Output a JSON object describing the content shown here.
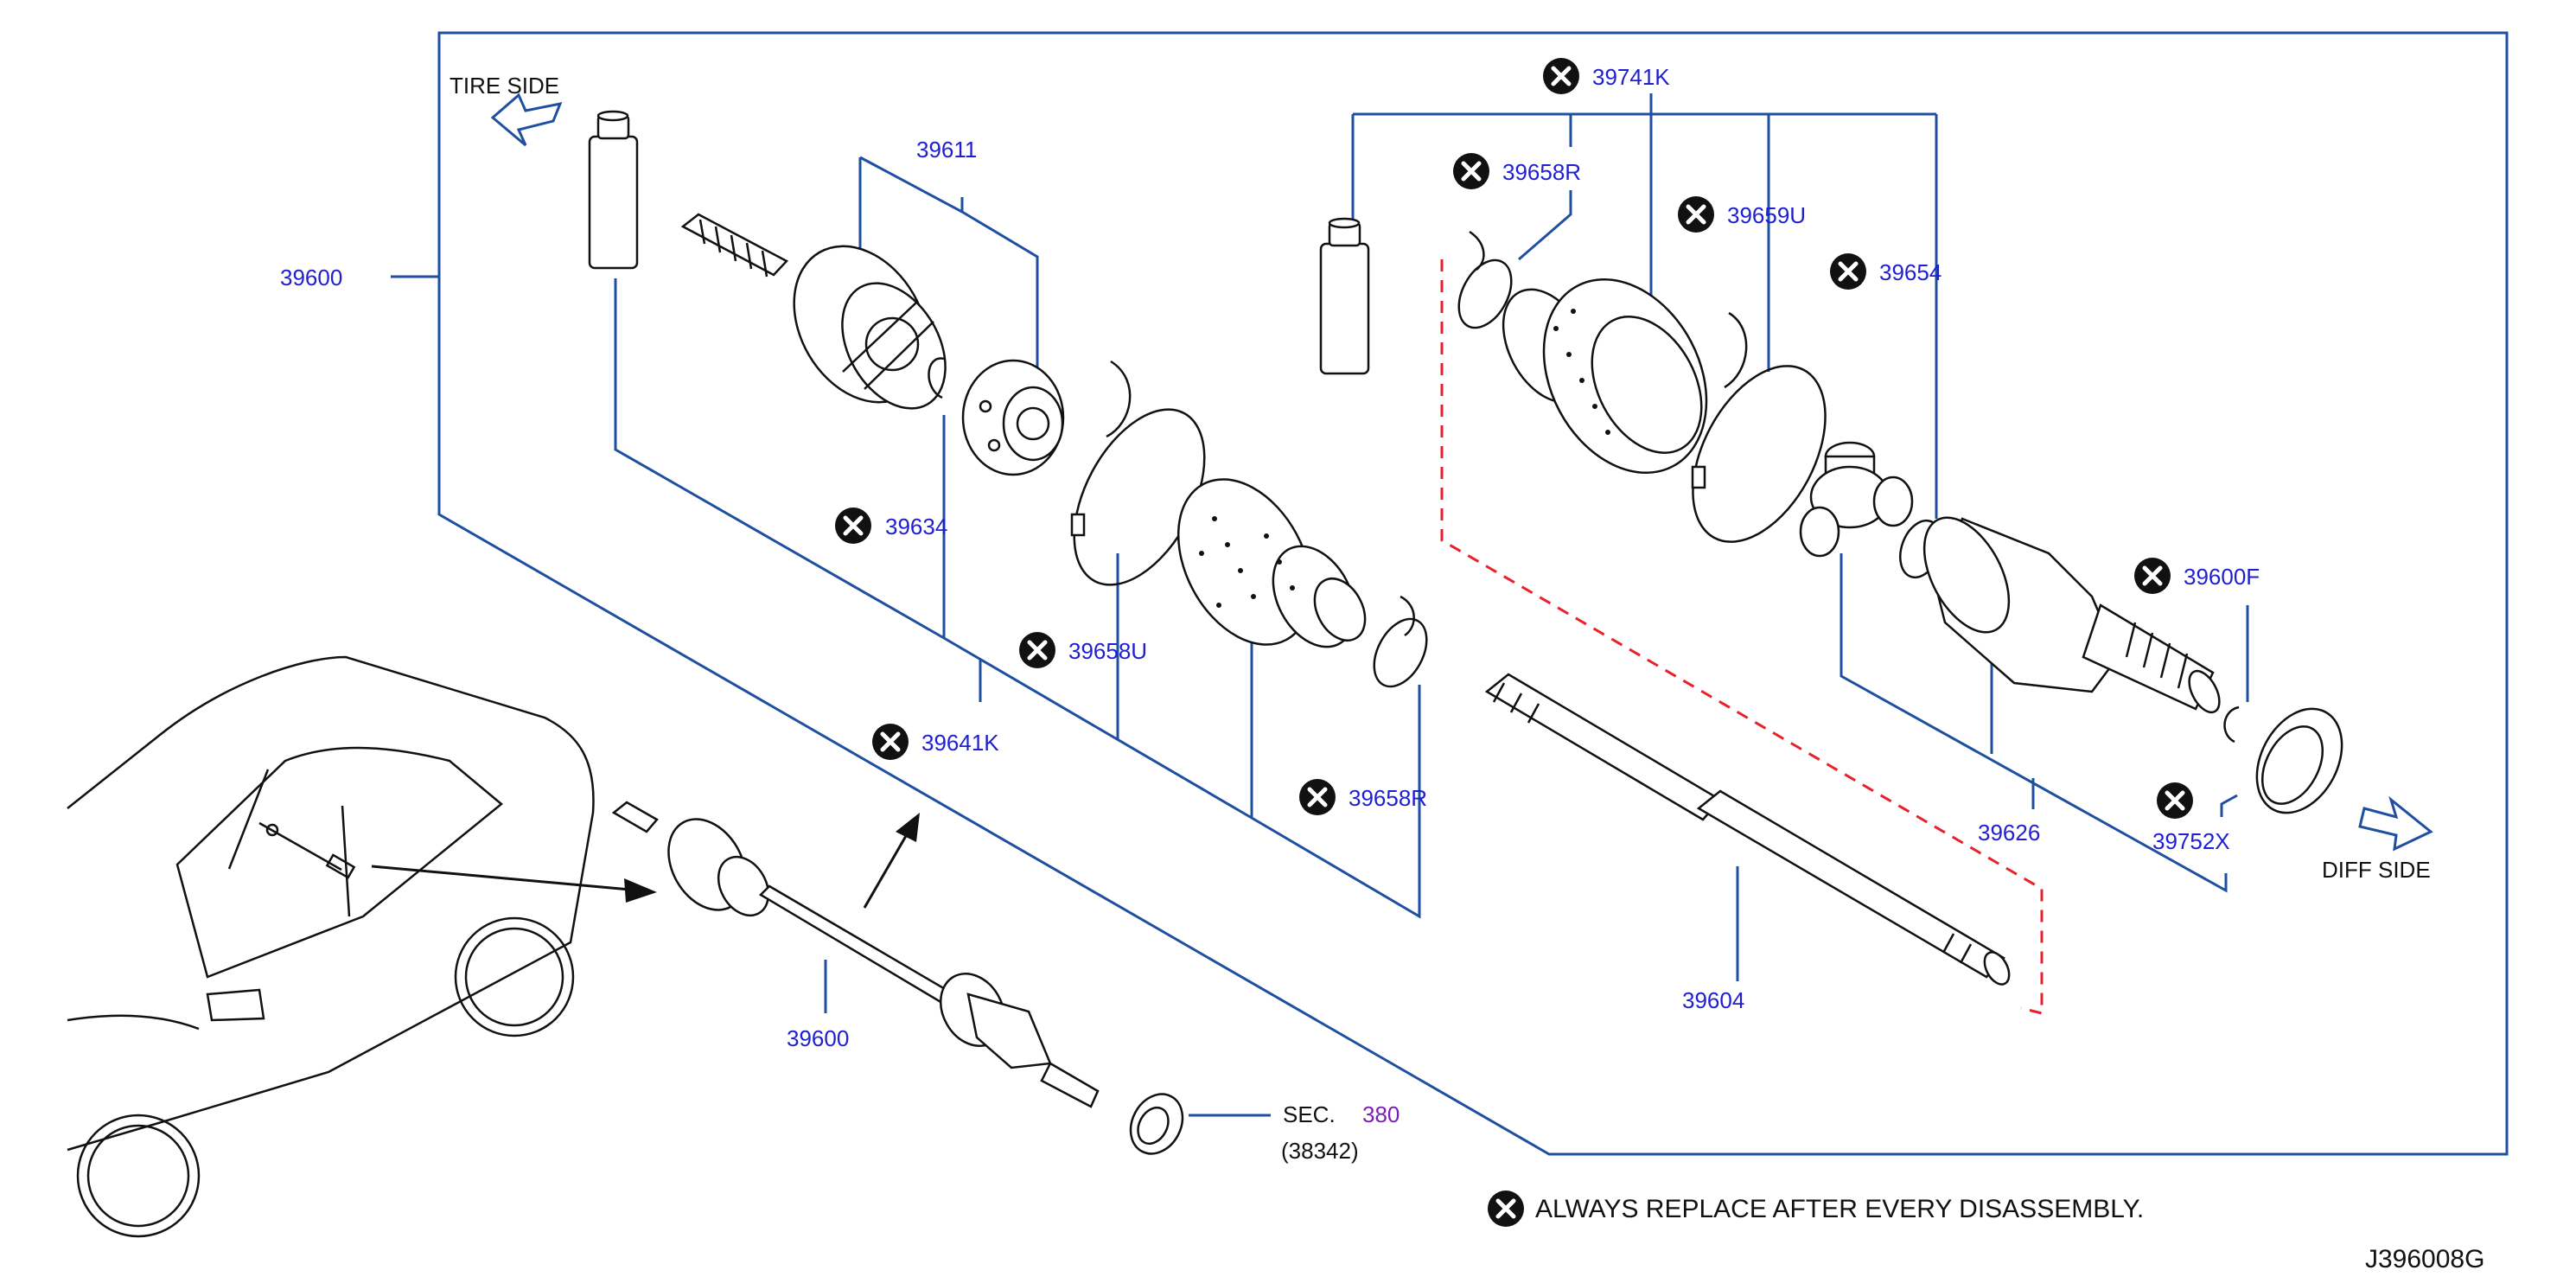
{
  "colors": {
    "part_label": "#1f1fd0",
    "leader": "#1f4fa0",
    "section_ref": "#7a1fb5",
    "dashed_group": "#e8212b",
    "text": "#111111"
  },
  "sides": {
    "tire": "TIRE   SIDE",
    "diff": "DIFF   SIDE"
  },
  "parts": {
    "p39600_top": "39600",
    "p39611": "39611",
    "p39634": "39634",
    "p39658U": "39658U",
    "p39641K": "39641K",
    "p39658R_lower": "39658R",
    "p39741K": "39741K",
    "p39658R_upper": "39658R",
    "p39659U": "39659U",
    "p39654": "39654",
    "p39600F": "39600F",
    "p39626": "39626",
    "p39752X": "39752X",
    "p39604": "39604",
    "p39600_small": "39600"
  },
  "section": {
    "prefix": "SEC.",
    "number": "380",
    "sub": "(38342)"
  },
  "legend": {
    "text": "ALWAYS   REPLACE   AFTER   EVERY   DISASSEMBLY.",
    "icon": "replace-x-icon"
  },
  "diagram_id": "J396008G"
}
